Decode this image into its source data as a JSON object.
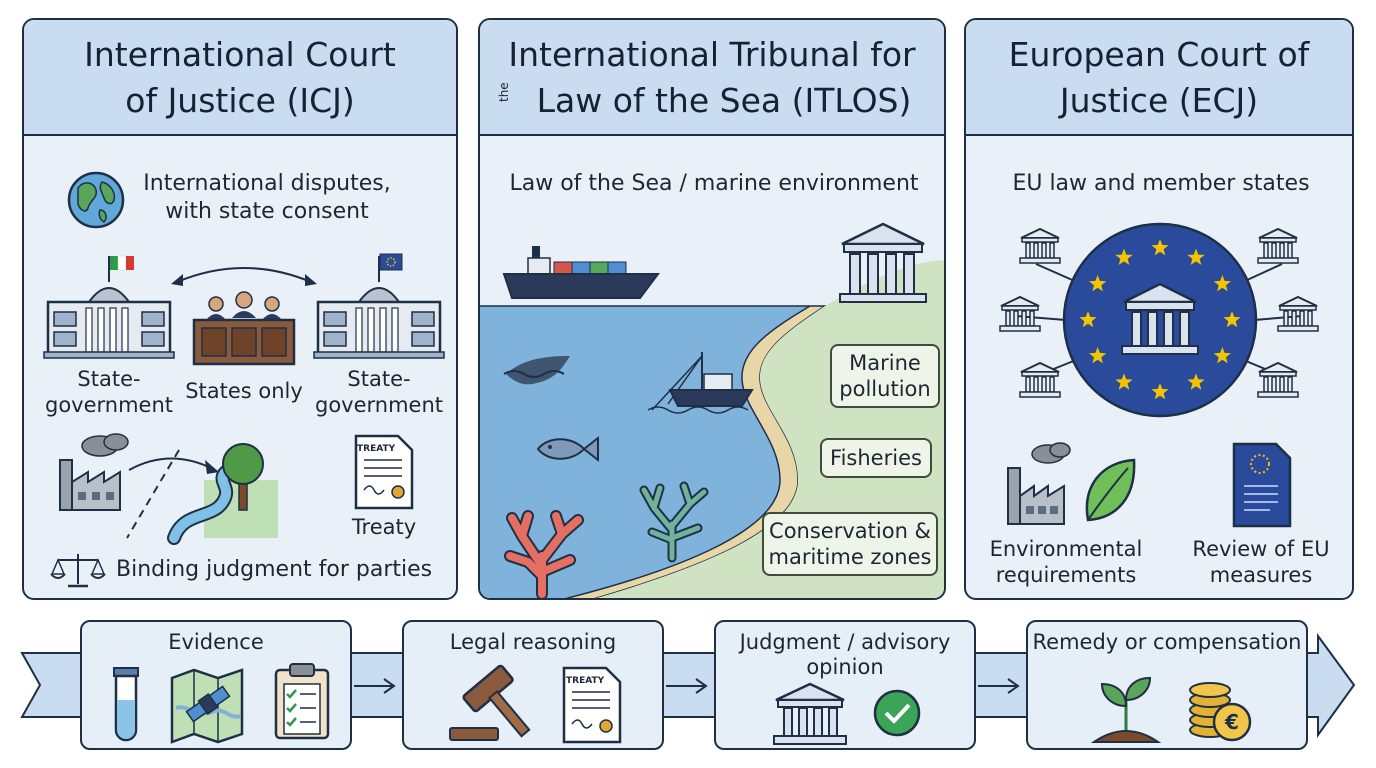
{
  "panels": [
    {
      "title_line1": "International Court",
      "title_line2": "of Justice (ICJ)",
      "scope": "International disputes,\nwith state consent",
      "state_left": "State-\ngovernment",
      "states_only": "States only",
      "state_right": "State-\ngovernment",
      "treaty_doc_label": "TREATY",
      "treaty": "Treaty",
      "binding": "Binding judgment for parties"
    },
    {
      "title_small": "the",
      "title_line1": "International Tribunal for",
      "title_line2": "Law of the Sea (ITLOS)",
      "scope": "Law of the Sea / marine environment",
      "tags": [
        "Marine\npollution",
        "Fisheries",
        "Conservation &\nmaritime zones"
      ]
    },
    {
      "title_line1": "European Court of",
      "title_line2": "Justice (ECJ)",
      "scope": "EU law and member states",
      "bottom_left": "Environmental\nrequirements",
      "bottom_right": "Review of EU\nmeasures"
    }
  ],
  "process": {
    "steps": [
      {
        "title": "Evidence",
        "icons": [
          "test-tube-icon",
          "map-satellite-icon",
          "checklist-icon"
        ]
      },
      {
        "title": "Legal reasoning",
        "icons": [
          "gavel-icon",
          "treaty-document-icon"
        ],
        "doc_label": "TREATY"
      },
      {
        "title": "Judgment / advisory\nopinion",
        "icons": [
          "court-building-icon",
          "check-circle-icon"
        ]
      },
      {
        "title": "Remedy or compensation",
        "icons": [
          "seedling-icon",
          "euro-coins-icon"
        ]
      }
    ]
  },
  "colors": {
    "panel_header": "#c9dcf0",
    "panel_body": "#e9f0f8",
    "border": "#1f2f45",
    "sea": "#7fb3dc",
    "land": "#cfe3c2",
    "eu_blue": "#2a4a9c",
    "eu_star": "#f5c400",
    "arrow": "#c9dcf0"
  }
}
